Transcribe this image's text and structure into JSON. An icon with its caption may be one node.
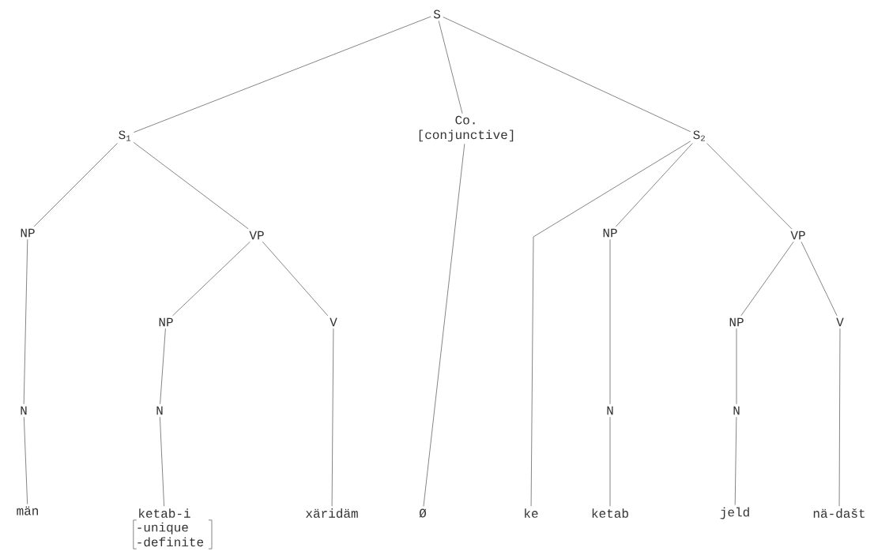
{
  "diagram": {
    "nodes": [
      {
        "text": [
          "S"
        ]
      },
      {
        "text": [
          "S$_{1}$"
        ]
      },
      {
        "text": [
          "Co.",
          "[conjunctive]"
        ]
      },
      {
        "text": [
          "S$_{2}$"
        ]
      },
      {
        "text": [
          "NP"
        ]
      },
      {
        "text": [
          "VP"
        ]
      },
      {
        "text": [
          "NP"
        ]
      },
      {
        "text": [
          "V"
        ]
      },
      {
        "text": [
          "N"
        ]
      },
      {
        "text": [
          "N"
        ]
      },
      {
        "text": [
          "män"
        ]
      },
      {
        "text": [
          "ketab-i",
          "-unique -definite"
        ]
      },
      {
        "text": [
          "xäridäm"
        ]
      },
      {
        "text": [
          "Ø"
        ]
      },
      {
        "text": [
          "ke"
        ]
      },
      {
        "text": [
          "NP"
        ]
      },
      {
        "text": [
          "VP"
        ]
      },
      {
        "text": [
          "N"
        ]
      },
      {
        "text": [
          "NP"
        ]
      },
      {
        "text": [
          "V"
        ]
      },
      {
        "text": [
          "N"
        ]
      },
      {
        "text": [
          "ketab"
        ]
      },
      {
        "text": [
          "jeld"
        ]
      },
      {
        "text": [
          "nä-dašt"
        ]
      }
    ],
    "edges": [
      {
        "from": 0,
        "to": 1,
        "arrow": "none"
      },
      {
        "from": 0,
        "to": 2,
        "arrow": "none"
      },
      {
        "from": 0,
        "to": 3,
        "arrow": "none"
      },
      {
        "from": 1,
        "to": 4,
        "arrow": "none"
      },
      {
        "from": 1,
        "to": 5,
        "arrow": "none"
      },
      {
        "from": 4,
        "to": 8,
        "arrow": "none"
      },
      {
        "from": 8,
        "to": 10,
        "arrow": "none"
      },
      {
        "from": 5,
        "to": 6,
        "arrow": "none"
      },
      {
        "from": 5,
        "to": 7,
        "arrow": "none"
      },
      {
        "from": 6,
        "to": 9,
        "arrow": "none"
      },
      {
        "from": 9,
        "to": 11,
        "arrow": "none"
      },
      {
        "from": 7,
        "to": 12,
        "arrow": "none"
      },
      {
        "from": 2,
        "to": 13,
        "arrow": "none"
      },
      {
        "from": 3,
        "to": 14,
        "arrow": "none"
      },
      {
        "from": 3,
        "to": 15,
        "arrow": "none"
      },
      {
        "from": 3,
        "to": 16,
        "arrow": "none"
      },
      {
        "from": 15,
        "to": 17,
        "arrow": "none"
      },
      {
        "from": 17,
        "to": 21,
        "arrow": "none"
      },
      {
        "from": 16,
        "to": 18,
        "arrow": "none"
      },
      {
        "from": 16,
        "to": 19,
        "arrow": "none"
      },
      {
        "from": 18,
        "to": 20,
        "arrow": "none"
      },
      {
        "from": 20,
        "to": 22,
        "arrow": "none"
      },
      {
        "from": 19,
        "to": 23,
        "arrow": "none"
      }
    ]
  }
}
